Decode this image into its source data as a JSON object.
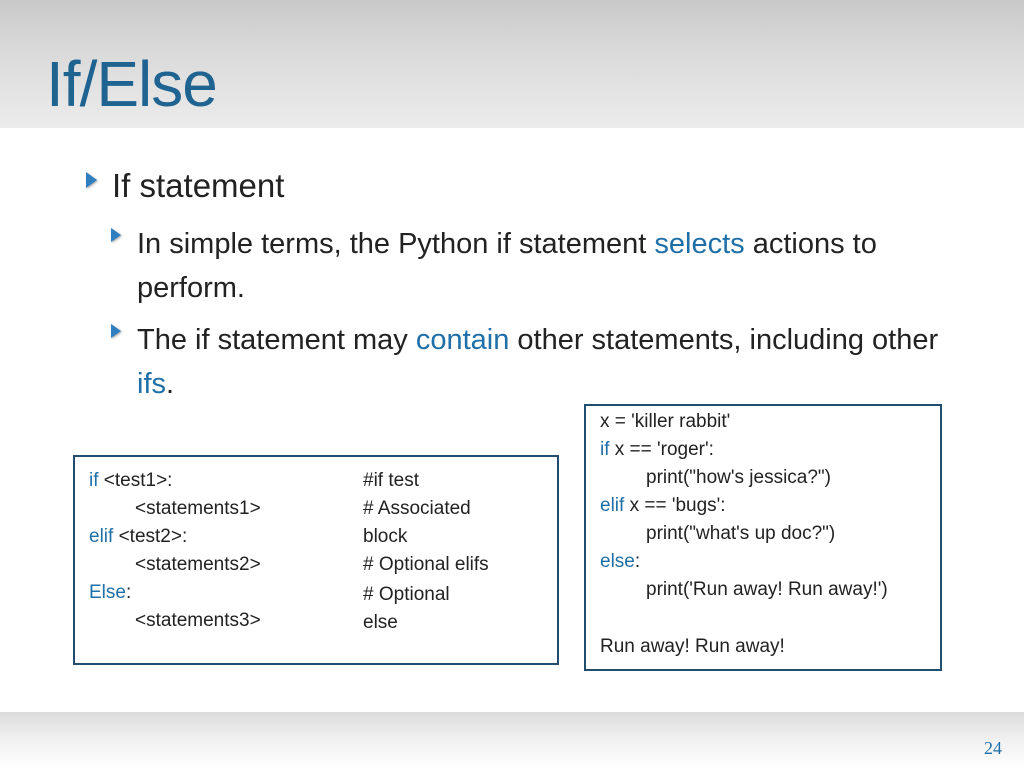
{
  "slide": {
    "title": "If/Else",
    "page_number": "24"
  },
  "bullets": {
    "level1": "If statement",
    "sub1": {
      "before": "In simple terms, the Python if statement ",
      "highlight": "selects",
      "after": " actions to perform."
    },
    "sub2": {
      "before": "The if statement may ",
      "highlight": "contain",
      "middle": " other statements, including other ",
      "highlight2": "ifs",
      "after": "."
    }
  },
  "syntax_box": {
    "lines": [
      {
        "kw": "if",
        "rest": " <test1>:",
        "comment": "#if test"
      },
      {
        "kw": "",
        "rest": "<statements1>",
        "comment": "# Associated"
      },
      {
        "kw": "elif",
        "rest": " <test2>:",
        "comment": "block"
      },
      {
        "kw": "",
        "rest": "<statements2>",
        "comment": "# Optional elifs"
      },
      {
        "kw": "Else",
        "rest": ":",
        "comment": "# Optional"
      },
      {
        "kw": "",
        "rest": "<statements3>",
        "comment": "else"
      }
    ]
  },
  "example_box": {
    "lines": [
      {
        "kw": "",
        "rest": "x = 'killer rabbit'"
      },
      {
        "kw": "if",
        "rest": " x == 'roger':"
      },
      {
        "kw": "",
        "rest": "print(\"how's jessica?\")"
      },
      {
        "kw": "elif",
        "rest": " x == 'bugs':"
      },
      {
        "kw": "",
        "rest": "print(\"what's up doc?\")"
      },
      {
        "kw": "else",
        "rest": ":"
      },
      {
        "kw": "",
        "rest": "print('Run away! Run away!')"
      },
      {
        "kw": "",
        "rest": ""
      },
      {
        "kw": "",
        "rest": "Run away! Run away!"
      }
    ]
  },
  "colors": {
    "title": "#1f6391",
    "keyword": "#1f6fa8",
    "bullet": "#2f7fc0",
    "box_border": "#1f4e6e"
  }
}
